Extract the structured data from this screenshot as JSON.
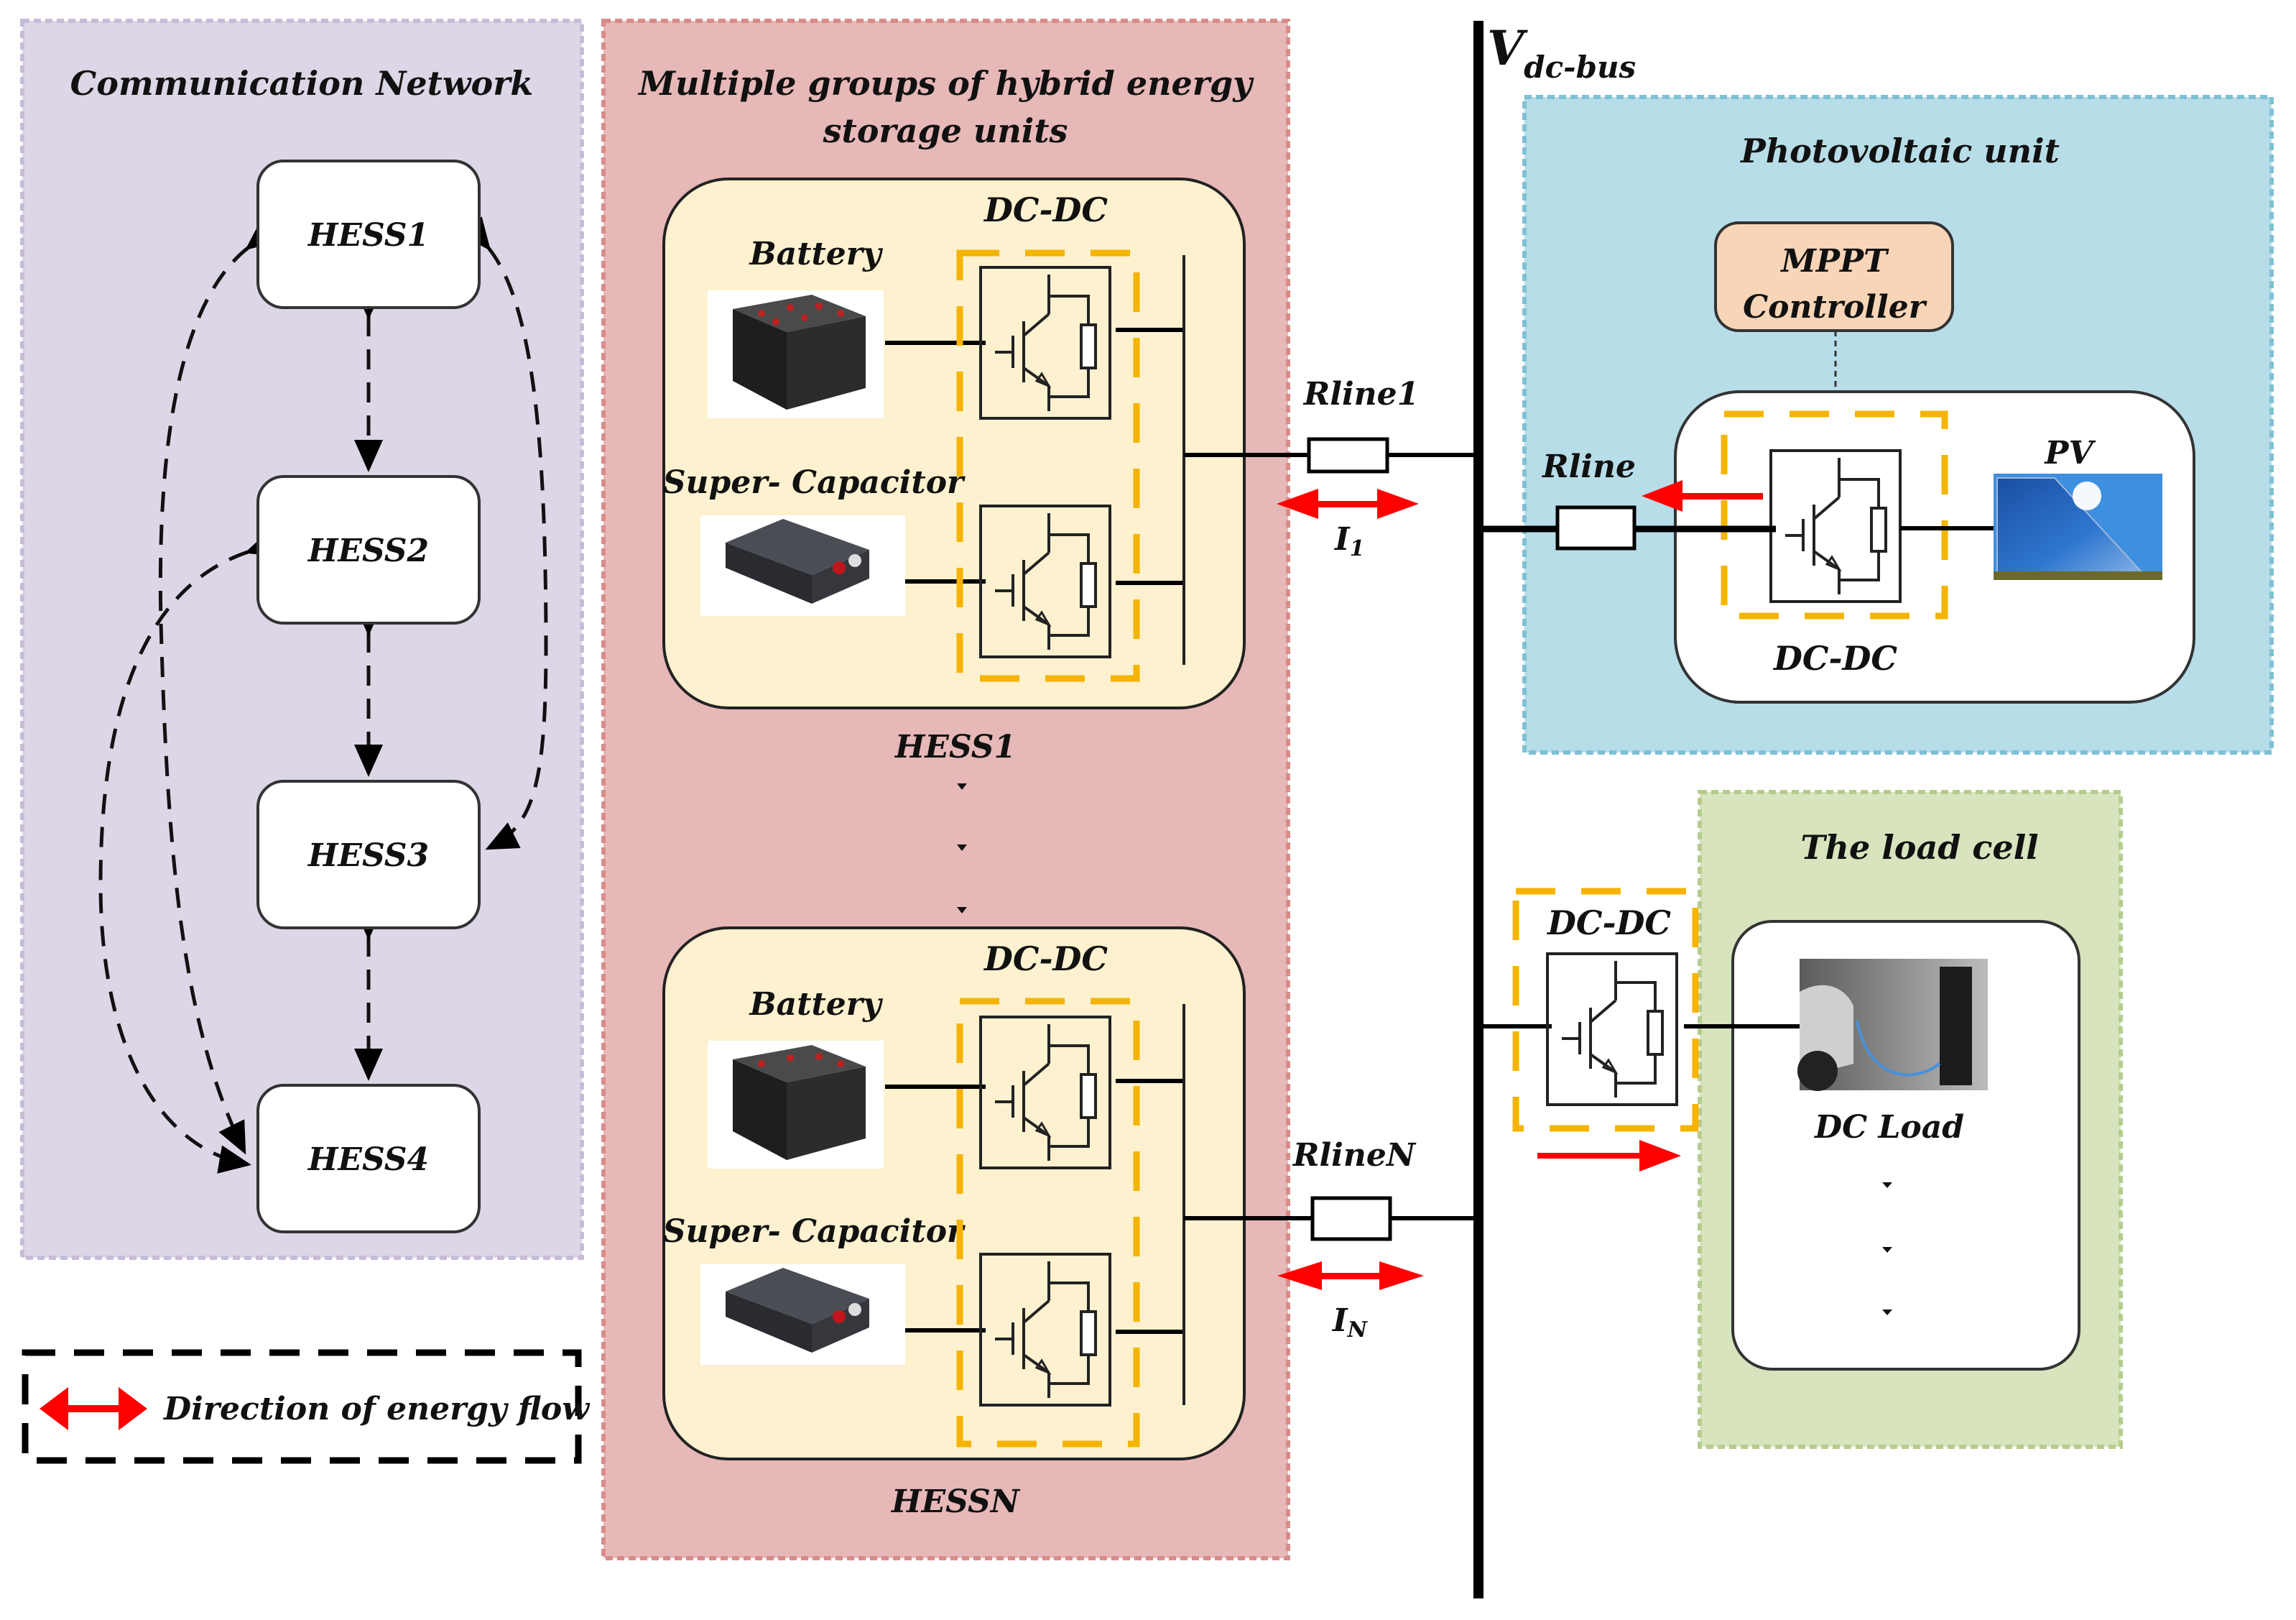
{
  "bus": {
    "label_main": "V",
    "label_sub": "dc-bus"
  },
  "communication_network": {
    "title": "Communication Network",
    "nodes": [
      "HESS1",
      "HESS2",
      "HESS3",
      "HESS4"
    ]
  },
  "hess_groups": {
    "title_line1": "Multiple groups of hybrid energy",
    "title_line2": "storage units",
    "units": [
      {
        "name": "HESS1",
        "converter_label": "DC-DC",
        "battery_label": "Battery",
        "supercap_label": "Super- Capacitor",
        "line_resistor": "Rline1",
        "current": "I",
        "current_sub": "1"
      },
      {
        "name": "HESSN",
        "converter_label": "DC-DC",
        "battery_label": "Battery",
        "supercap_label": "Super- Capacitor",
        "line_resistor": "RlineN",
        "current": "I",
        "current_sub": "N"
      }
    ],
    "ellipsis": "…"
  },
  "photovoltaic_unit": {
    "title": "Photovoltaic unit",
    "controller_line1": "MPPT",
    "controller_line2": "Controller",
    "line_resistor": "Rline",
    "source_label": "PV",
    "converter_label": "DC-DC"
  },
  "load_cell": {
    "title": "The load cell",
    "converter_label": "DC-DC",
    "load_label": "DC Load"
  },
  "legend": {
    "label": "Direction of energy flow",
    "icon": "double-arrow-icon"
  },
  "colors": {
    "comm_panel": "#ddd6e6",
    "hess_panel": "#e6b8b7",
    "hess_unit": "#fdf1cf",
    "pv_panel": "#b7dde8",
    "load_panel": "#d7e4bd",
    "mppt": "#f9d5b8",
    "converter_dash": "#f5b400",
    "energy_arrow": "#ff0000"
  }
}
